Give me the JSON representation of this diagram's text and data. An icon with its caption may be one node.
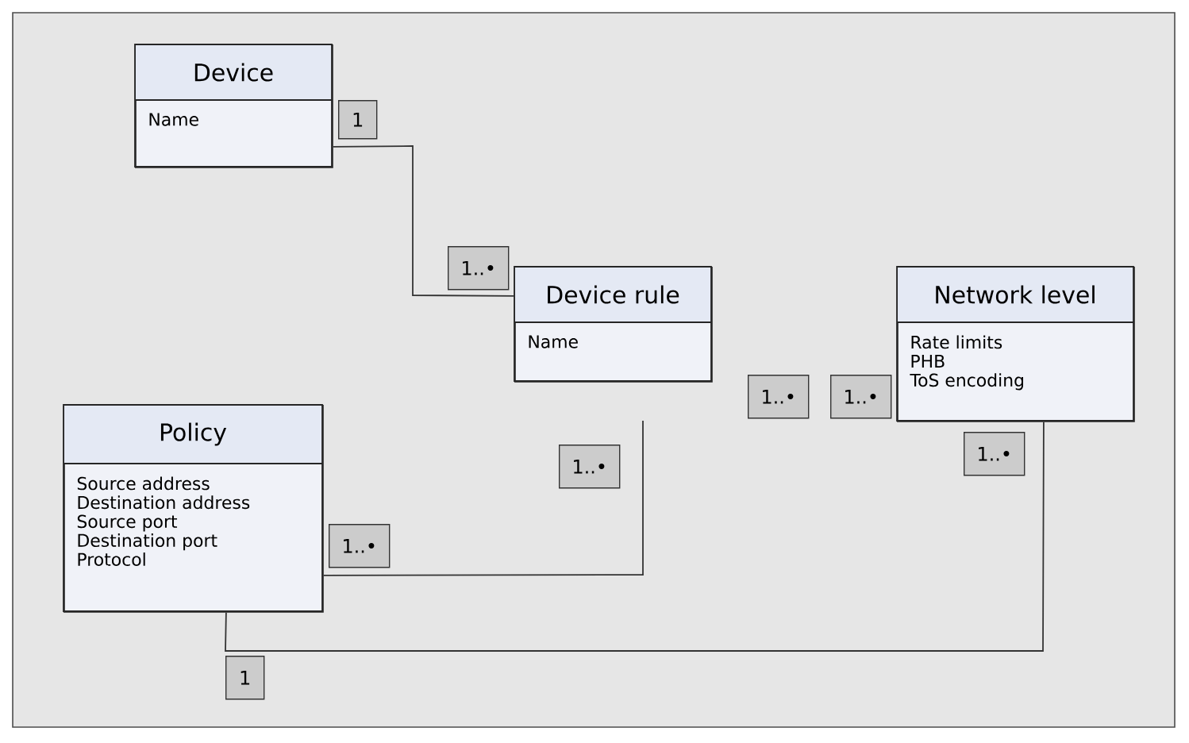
{
  "diagram": {
    "nodes": [
      {
        "text": [
          "Device",
          "Name"
        ]
      },
      {
        "text": [
          "Device rule",
          "Name"
        ]
      },
      {
        "text": [
          "Network level",
          "Rate limits",
          "PHB",
          "ToS encoding"
        ]
      },
      {
        "text": [
          "Policy",
          "Source address",
          "Destination address",
          "Source port",
          "Destination port",
          "Protocol"
        ]
      }
    ],
    "edges": [
      {
        "from": 0,
        "to": 1,
        "arrow": "none"
      },
      {
        "from": 3,
        "to": null,
        "arrow": "none"
      },
      {
        "from": 3,
        "to": 2,
        "arrow": "none"
      }
    ],
    "labels": [
      "1",
      "1..•",
      "1..•",
      "1..•",
      "1..•",
      "1..•",
      "1..•",
      "1"
    ]
  }
}
